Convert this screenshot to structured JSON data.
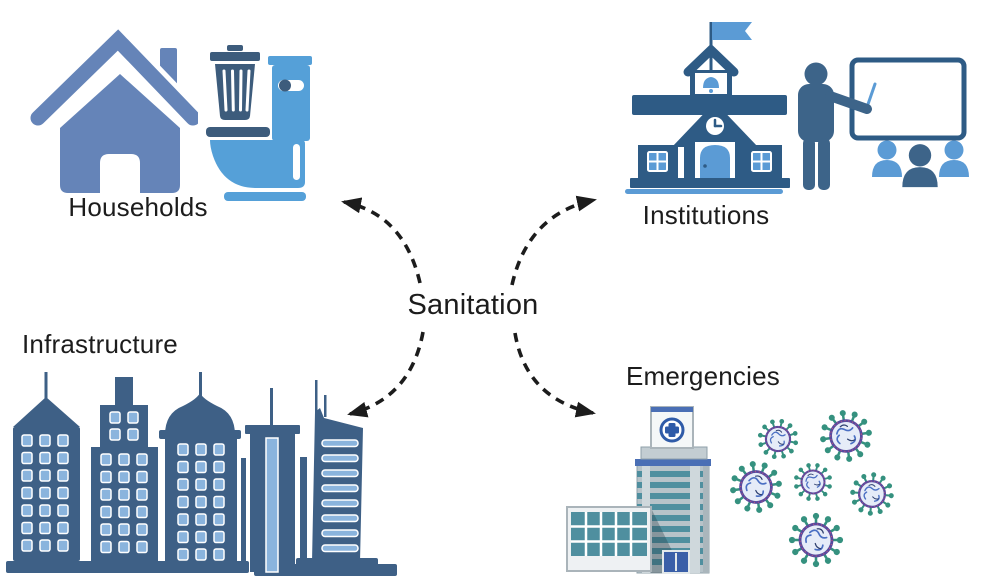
{
  "center": {
    "label": "Sanitation"
  },
  "nodes": {
    "households": {
      "label": "Households",
      "icons": [
        "house-icon",
        "trash-can-icon",
        "toilet-icon"
      ]
    },
    "institutions": {
      "label": "Institutions",
      "icons": [
        "school-icon",
        "teacher-whiteboard-icon",
        "students-icon"
      ]
    },
    "infrastructure": {
      "label": "Infrastructure",
      "icons": [
        "city-buildings-icon"
      ]
    },
    "emergencies": {
      "label": "Emergencies",
      "icons": [
        "hospital-icon",
        "virus-icon"
      ]
    }
  },
  "connectors": {
    "style": "dashed-curved-arrows",
    "count": 4,
    "from": "center"
  },
  "virus_count": 6,
  "colors": {
    "house_blue": "#6584b8",
    "dark_slate": "#3d5c7c",
    "toilet_blue": "#55a0d8",
    "school_blue": "#2e5b85",
    "accent_blue": "#5b9bd5",
    "person_blue": "#3d6489",
    "building_blue": "#3e6086",
    "window_blue": "#8ab4dd",
    "hospital_gray": "#b7c3c9",
    "hospital_teal": "#4f8f9f",
    "hospital_blue": "#4a6fb5",
    "virus_spike_teal": "#35917f",
    "virus_ring_purple": "#584a9e",
    "virus_body": "#e6ecf8",
    "virus_rna_blue": "#4a6fc3",
    "arrow_black": "#1c1c1c"
  }
}
